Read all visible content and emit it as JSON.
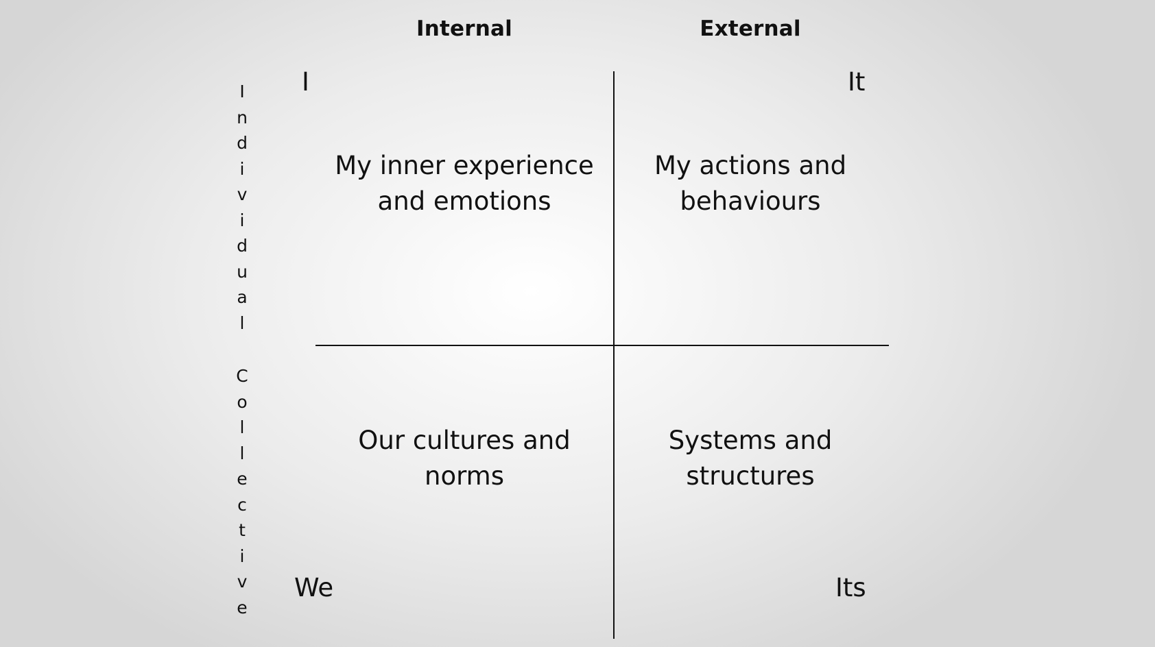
{
  "columns": {
    "internal": "Internal",
    "external": "External"
  },
  "rows": {
    "individual": "Individual",
    "collective": "Collective"
  },
  "corners": {
    "top_left": "I",
    "top_right": "It",
    "bottom_left": "We",
    "bottom_right": "Its"
  },
  "quadrants": {
    "upper_left": {
      "line1": "My inner experience",
      "line2": "and emotions"
    },
    "upper_right": {
      "line1": "My actions and",
      "line2": "behaviours"
    },
    "lower_left": {
      "line1": "Our cultures and",
      "line2": "norms"
    },
    "lower_right": {
      "line1": "Systems and",
      "line2": "structures"
    }
  }
}
